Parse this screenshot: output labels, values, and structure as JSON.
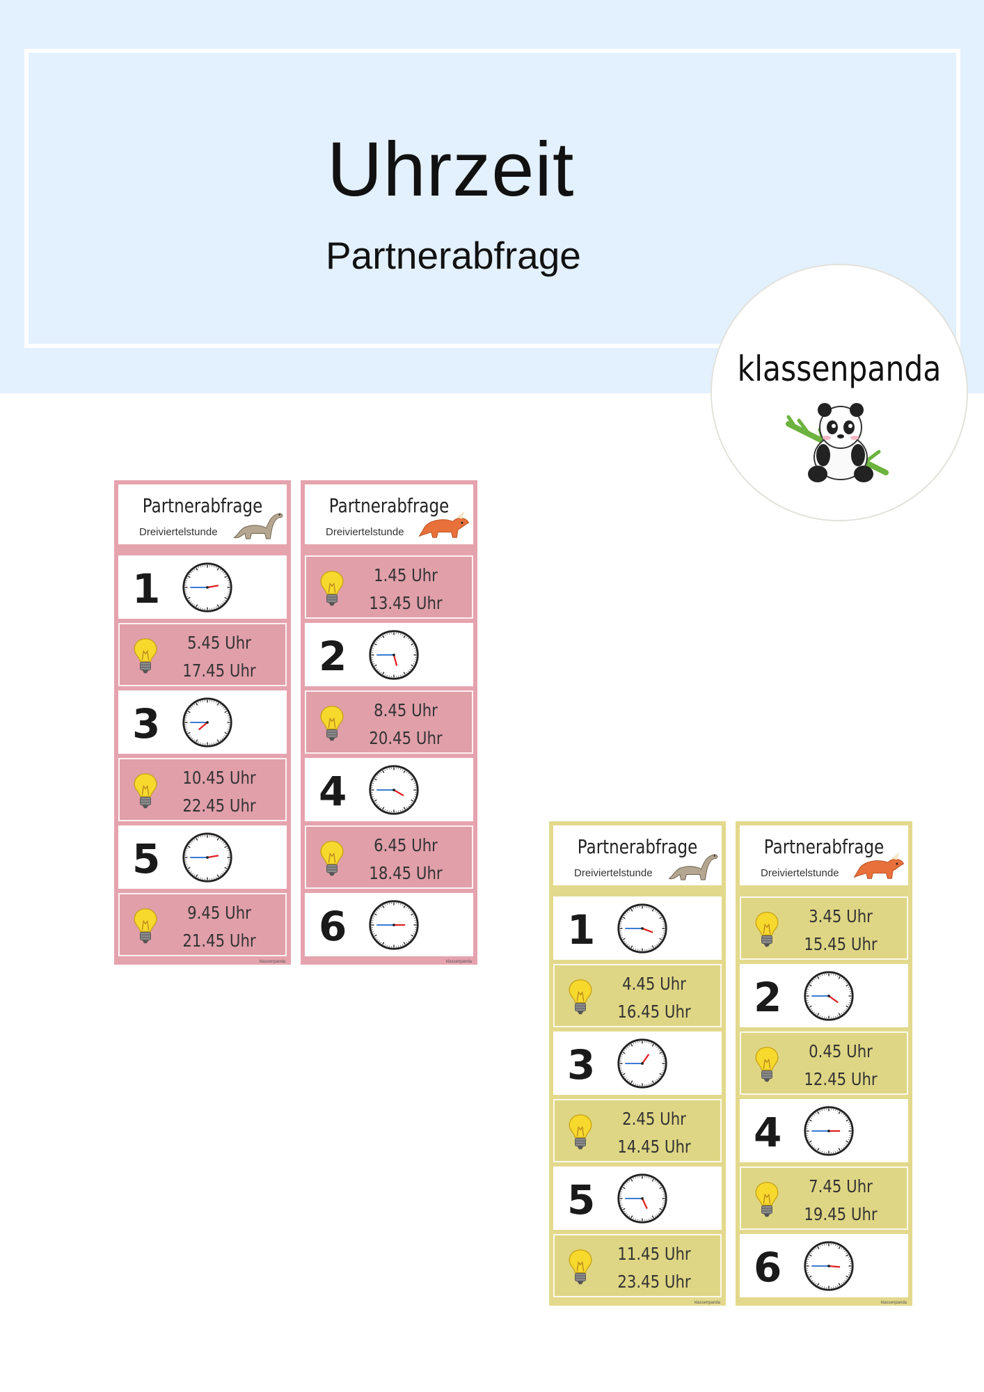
{
  "header": {
    "title": "Uhrzeit",
    "subtitle": "Partnerabfrage"
  },
  "brand": {
    "name": "klassenpanda"
  },
  "cards": [
    {
      "id": "pink-left",
      "heading": "Partnerabfrage",
      "sub": "Dreiviertelstunde",
      "footer": "klassenpanda",
      "items": [
        {
          "type": "q",
          "label": "1"
        },
        {
          "type": "a",
          "line1": "5.45 Uhr",
          "line2": "17.45 Uhr"
        },
        {
          "type": "q",
          "label": "3"
        },
        {
          "type": "a",
          "line1": "10.45 Uhr",
          "line2": "22.45 Uhr"
        },
        {
          "type": "q",
          "label": "5"
        },
        {
          "type": "a",
          "line1": "9.45 Uhr",
          "line2": "21.45 Uhr"
        }
      ]
    },
    {
      "id": "pink-right",
      "heading": "Partnerabfrage",
      "sub": "Dreiviertelstunde",
      "footer": "klassenpanda",
      "items": [
        {
          "type": "a",
          "line1": "1.45 Uhr",
          "line2": "13.45 Uhr"
        },
        {
          "type": "q",
          "label": "2"
        },
        {
          "type": "a",
          "line1": "8.45 Uhr",
          "line2": "20.45 Uhr"
        },
        {
          "type": "q",
          "label": "4"
        },
        {
          "type": "a",
          "line1": "6.45 Uhr",
          "line2": "18.45 Uhr"
        },
        {
          "type": "q",
          "label": "6"
        }
      ]
    },
    {
      "id": "yellow-left",
      "heading": "Partnerabfrage",
      "sub": "Dreiviertelstunde",
      "footer": "klassenpanda",
      "items": [
        {
          "type": "q",
          "label": "1"
        },
        {
          "type": "a",
          "line1": "4.45 Uhr",
          "line2": "16.45 Uhr"
        },
        {
          "type": "q",
          "label": "3"
        },
        {
          "type": "a",
          "line1": "2.45 Uhr",
          "line2": "14.45 Uhr"
        },
        {
          "type": "q",
          "label": "5"
        },
        {
          "type": "a",
          "line1": "11.45 Uhr",
          "line2": "23.45 Uhr"
        }
      ]
    },
    {
      "id": "yellow-right",
      "heading": "Partnerabfrage",
      "sub": "Dreiviertelstunde",
      "footer": "klassenpanda",
      "items": [
        {
          "type": "a",
          "line1": "3.45 Uhr",
          "line2": "15.45 Uhr"
        },
        {
          "type": "q",
          "label": "2"
        },
        {
          "type": "a",
          "line1": "0.45 Uhr",
          "line2": "12.45 Uhr"
        },
        {
          "type": "q",
          "label": "4"
        },
        {
          "type": "a",
          "line1": "7.45 Uhr",
          "line2": "19.45 Uhr"
        },
        {
          "type": "q",
          "label": "6"
        }
      ]
    }
  ],
  "colors": {
    "header_band": "#e3f0fd",
    "pink": "#e5a3ae",
    "yellow": "#e3d98c",
    "minute_hand": "#3a7bd5",
    "hour_hand": "#e02020"
  }
}
